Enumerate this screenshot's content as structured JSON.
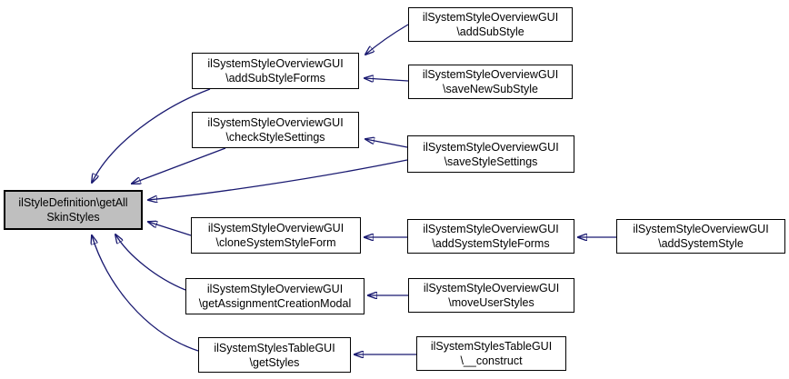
{
  "diagram": {
    "kind": "caller-graph",
    "colors": {
      "edge": "#191970",
      "node_fill": "#ffffff",
      "node_border": "#000000",
      "highlighted_node_fill": "#bfbfbf",
      "background": "#ffffff"
    }
  },
  "nodes": [
    {
      "id": "getAllSkinStyles",
      "line1": "ilStyleDefinition\\getAll",
      "line2": "SkinStyles",
      "highlighted": true
    },
    {
      "id": "addSubStyleForms",
      "line1": "ilSystemStyleOverviewGUI",
      "line2": "\\addSubStyleForms"
    },
    {
      "id": "checkStyleSettings",
      "line1": "ilSystemStyleOverviewGUI",
      "line2": "\\checkStyleSettings"
    },
    {
      "id": "cloneSystemStyleForm",
      "line1": "ilSystemStyleOverviewGUI",
      "line2": "\\cloneSystemStyleForm"
    },
    {
      "id": "getAssignmentCreationModal",
      "line1": "ilSystemStyleOverviewGUI",
      "line2": "\\getAssignmentCreationModal"
    },
    {
      "id": "getStyles",
      "line1": "ilSystemStylesTableGUI",
      "line2": "\\getStyles"
    },
    {
      "id": "addSubStyle",
      "line1": "ilSystemStyleOverviewGUI",
      "line2": "\\addSubStyle"
    },
    {
      "id": "saveNewSubStyle",
      "line1": "ilSystemStyleOverviewGUI",
      "line2": "\\saveNewSubStyle"
    },
    {
      "id": "saveStyleSettings",
      "line1": "ilSystemStyleOverviewGUI",
      "line2": "\\saveStyleSettings"
    },
    {
      "id": "addSystemStyleForms",
      "line1": "ilSystemStyleOverviewGUI",
      "line2": "\\addSystemStyleForms"
    },
    {
      "id": "moveUserStyles",
      "line1": "ilSystemStyleOverviewGUI",
      "line2": "\\moveUserStyles"
    },
    {
      "id": "construct",
      "line1": "ilSystemStylesTableGUI",
      "line2": "\\__construct"
    },
    {
      "id": "addSystemStyle",
      "line1": "ilSystemStyleOverviewGUI",
      "line2": "\\addSystemStyle"
    }
  ],
  "edges": [
    {
      "from": "addSubStyle",
      "to": "addSubStyleForms"
    },
    {
      "from": "saveNewSubStyle",
      "to": "addSubStyleForms"
    },
    {
      "from": "addSubStyleForms",
      "to": "getAllSkinStyles"
    },
    {
      "from": "checkStyleSettings",
      "to": "getAllSkinStyles"
    },
    {
      "from": "saveStyleSettings",
      "to": "checkStyleSettings"
    },
    {
      "from": "saveStyleSettings",
      "to": "getAllSkinStyles"
    },
    {
      "from": "cloneSystemStyleForm",
      "to": "getAllSkinStyles"
    },
    {
      "from": "addSystemStyleForms",
      "to": "cloneSystemStyleForm"
    },
    {
      "from": "addSystemStyle",
      "to": "addSystemStyleForms"
    },
    {
      "from": "getAssignmentCreationModal",
      "to": "getAllSkinStyles"
    },
    {
      "from": "moveUserStyles",
      "to": "getAssignmentCreationModal"
    },
    {
      "from": "getStyles",
      "to": "getAllSkinStyles"
    },
    {
      "from": "construct",
      "to": "getStyles"
    }
  ]
}
